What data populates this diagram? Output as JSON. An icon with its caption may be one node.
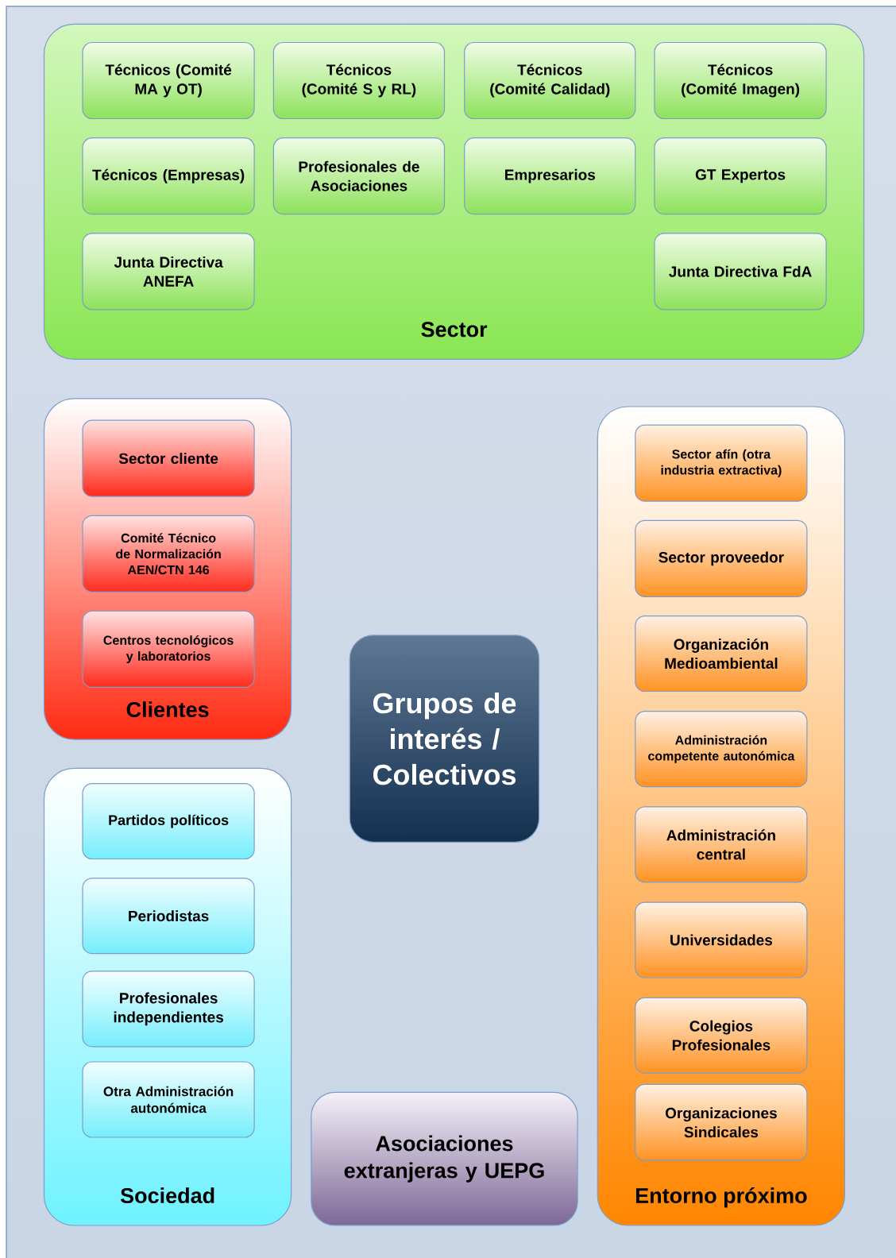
{
  "diagram": {
    "nodes": [
      {
        "text": [
          "Sector"
        ]
      },
      {
        "text": [
          "Técnicos (Comité MA y OT)"
        ],
        "in": 0
      },
      {
        "text": [
          "Técnicos (Comité S y RL)"
        ],
        "in": 0
      },
      {
        "text": [
          "Técnicos (Comité Calidad)"
        ],
        "in": 0
      },
      {
        "text": [
          "Técnicos (Comité Imagen)"
        ],
        "in": 0
      },
      {
        "text": [
          "Técnicos (Empresas)"
        ],
        "in": 0
      },
      {
        "text": [
          "Profesionales de Asociaciones"
        ],
        "in": 0
      },
      {
        "text": [
          "Empresarios"
        ],
        "in": 0
      },
      {
        "text": [
          "GT Expertos"
        ],
        "in": 0
      },
      {
        "text": [
          "Junta Directiva ANEFA"
        ],
        "in": 0
      },
      {
        "text": [
          "Junta Directiva FdA"
        ],
        "in": 0
      },
      {
        "text": [
          "Clientes"
        ]
      },
      {
        "text": [
          "Sector cliente"
        ],
        "in": 11
      },
      {
        "text": [
          "Comité Técnico de Normalización AEN/CTN 146"
        ],
        "in": 11
      },
      {
        "text": [
          "Centros tecnológicos y laboratorios"
        ],
        "in": 11
      },
      {
        "text": [
          "Sociedad"
        ]
      },
      {
        "text": [
          "Partidos políticos"
        ],
        "in": 15
      },
      {
        "text": [
          "Periodistas"
        ],
        "in": 15
      },
      {
        "text": [
          "Profesionales independientes"
        ],
        "in": 15
      },
      {
        "text": [
          "Otra Administración autonómica"
        ],
        "in": 15
      },
      {
        "text": [
          "Grupos de interés / Colectivos"
        ]
      },
      {
        "text": [
          "Asociaciones extranjeras y UEPG"
        ]
      },
      {
        "text": [
          "Entorno próximo"
        ]
      },
      {
        "text": [
          "Sector afín (otra industria extractiva)"
        ],
        "in": 22
      },
      {
        "text": [
          "Sector proveedor"
        ],
        "in": 22
      },
      {
        "text": [
          "Organización Medioambiental"
        ],
        "in": 22
      },
      {
        "text": [
          "Administración competente autonómica"
        ],
        "in": 22
      },
      {
        "text": [
          "Administración central"
        ],
        "in": 22
      },
      {
        "text": [
          "Universidades"
        ],
        "in": 22
      },
      {
        "text": [
          "Colegios Profesionales"
        ],
        "in": 22
      },
      {
        "text": [
          "Organizaciones Sindicales"
        ],
        "in": 22
      }
    ]
  }
}
